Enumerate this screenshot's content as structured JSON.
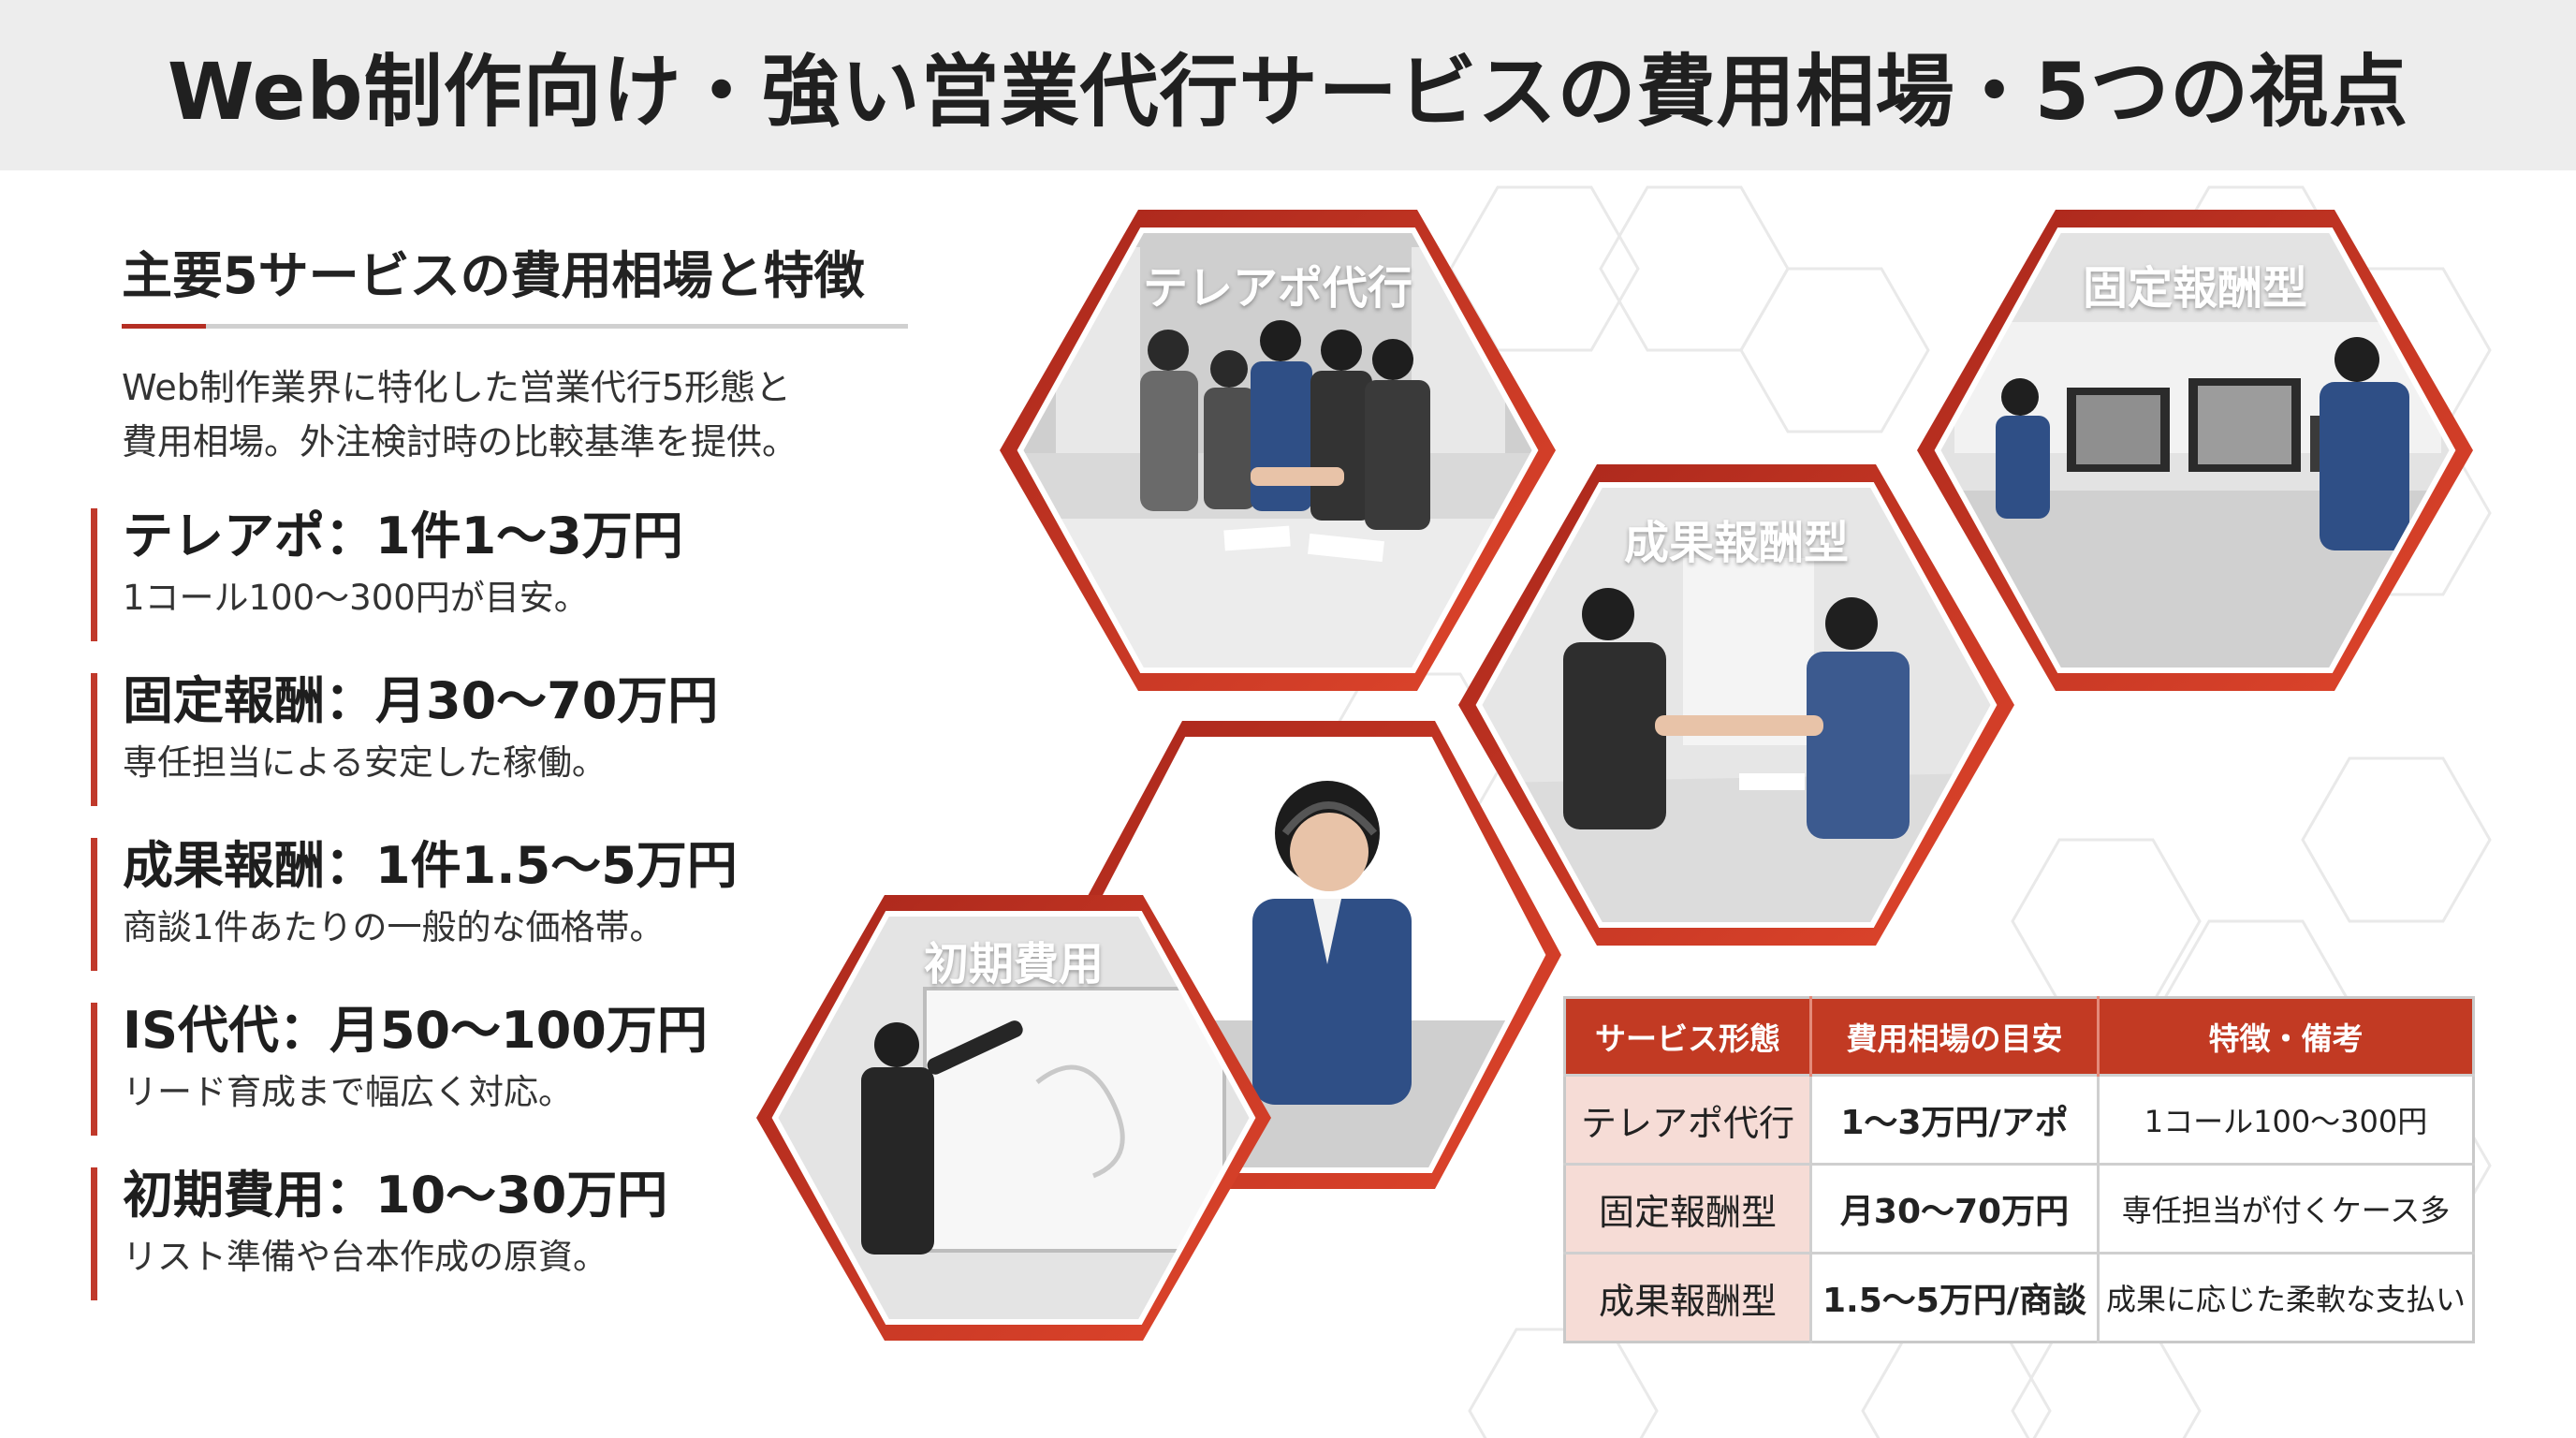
{
  "title": "Web制作向け・強い営業代行サービスの費用相場・5つの視点",
  "left": {
    "heading": "主要5サービスの費用相場と特徴",
    "intro_line1": "Web制作業界に特化した営業代行5形態と",
    "intro_line2": "費用相場。外注検討時の比較基準を提供。",
    "items": [
      {
        "head": "テレアポ：1件1〜3万円",
        "sub": "1コール100〜300円が目安。"
      },
      {
        "head": "固定報酬：月30〜70万円",
        "sub": "専任担当による安定した稼働。"
      },
      {
        "head": "成果報酬：1件1.5〜5万円",
        "sub": "商談1件あたりの一般的な価格帯。"
      },
      {
        "head": "IS代代：月50〜100万円",
        "sub": "リード育成まで幅広く対応。"
      },
      {
        "head": "初期費用：10〜30万円",
        "sub": "リスト準備や台本作成の原資。"
      }
    ]
  },
  "hexagons": {
    "teleapo": "テレアポ代行",
    "kotei": "固定報酬型",
    "seika": "成果報酬型",
    "shoki": "初期費用"
  },
  "table": {
    "headers": [
      "サービス形態",
      "費用相場の目安",
      "特徴・備考"
    ],
    "rows": [
      [
        "テレアポ代行",
        "1〜3万円/アポ",
        "1コール100〜300円"
      ],
      [
        "固定報酬型",
        "月30〜70万円",
        "専任担当が付くケース多"
      ],
      [
        "成果報酬型",
        "1.5〜5万円/商談",
        "成果に応じた柔軟な支払い"
      ]
    ]
  },
  "colors": {
    "accent_red": "#c23a23",
    "dark_red": "#9e2418",
    "title_bg": "#ededed",
    "table_name_bg": "#f6dcd6"
  }
}
